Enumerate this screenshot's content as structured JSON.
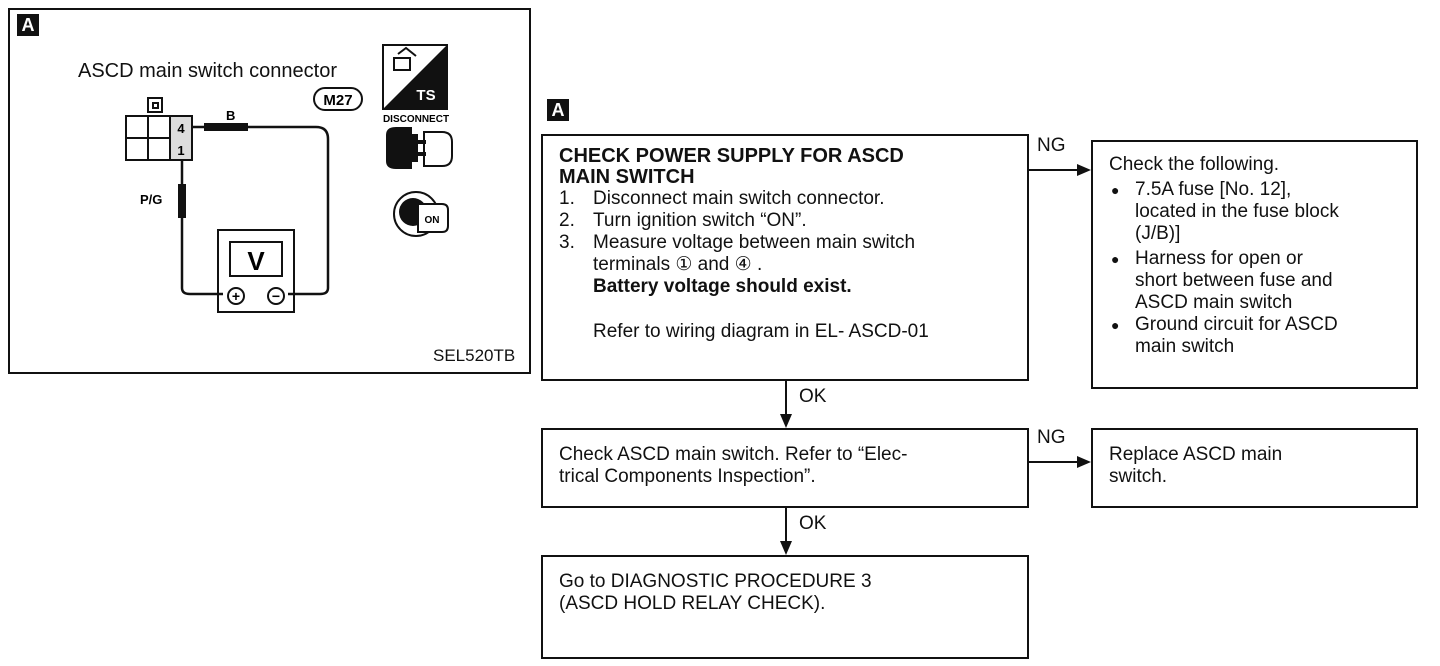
{
  "left_panel": {
    "badge": "A",
    "title": "ASCD main switch connector",
    "connector_id": "M27",
    "terminal_4": "4",
    "terminal_1": "1",
    "wire_b": "B",
    "wire_pg": "P/G",
    "meter_symbol": "V",
    "plus_symbol": "+",
    "minus_symbol": "−",
    "ts_label": "TS",
    "disconnect_label": "DISCONNECT",
    "on_label": "ON",
    "figure_code": "SEL520TB"
  },
  "flow": {
    "badge": "A",
    "box1": {
      "title_line1": "CHECK POWER SUPPLY FOR ASCD",
      "title_line2": "MAIN SWITCH",
      "steps": [
        {
          "n": "1.",
          "text": "Disconnect main switch connector."
        },
        {
          "n": "2.",
          "text": "Turn ignition switch “ON”."
        },
        {
          "n": "3.",
          "text": "Measure voltage between main switch"
        }
      ],
      "step3_line2": "terminals ① and ④ .",
      "step3_line3": "Battery voltage should exist.",
      "refer": "Refer to wiring diagram in EL- ASCD-01"
    },
    "ng1": "NG",
    "ok1": "OK",
    "ng_box1": {
      "intro": "Check the following.",
      "bullets": [
        [
          "7.5A fuse [No. 12],",
          "located in the fuse block",
          "(J/B)]"
        ],
        [
          "Harness for open or",
          "short between fuse and",
          "ASCD main switch"
        ],
        [
          "Ground circuit for ASCD",
          "main switch"
        ]
      ]
    },
    "box2": {
      "line1": "Check ASCD main switch. Refer to “Elec-",
      "line2": "trical Components Inspection”."
    },
    "ng2": "NG",
    "ok2": "OK",
    "ng_box2": {
      "line1": "Replace ASCD main",
      "line2": "switch."
    },
    "box3": {
      "line1": "Go to DIAGNOSTIC PROCEDURE 3",
      "line2": "(ASCD HOLD RELAY CHECK)."
    }
  }
}
